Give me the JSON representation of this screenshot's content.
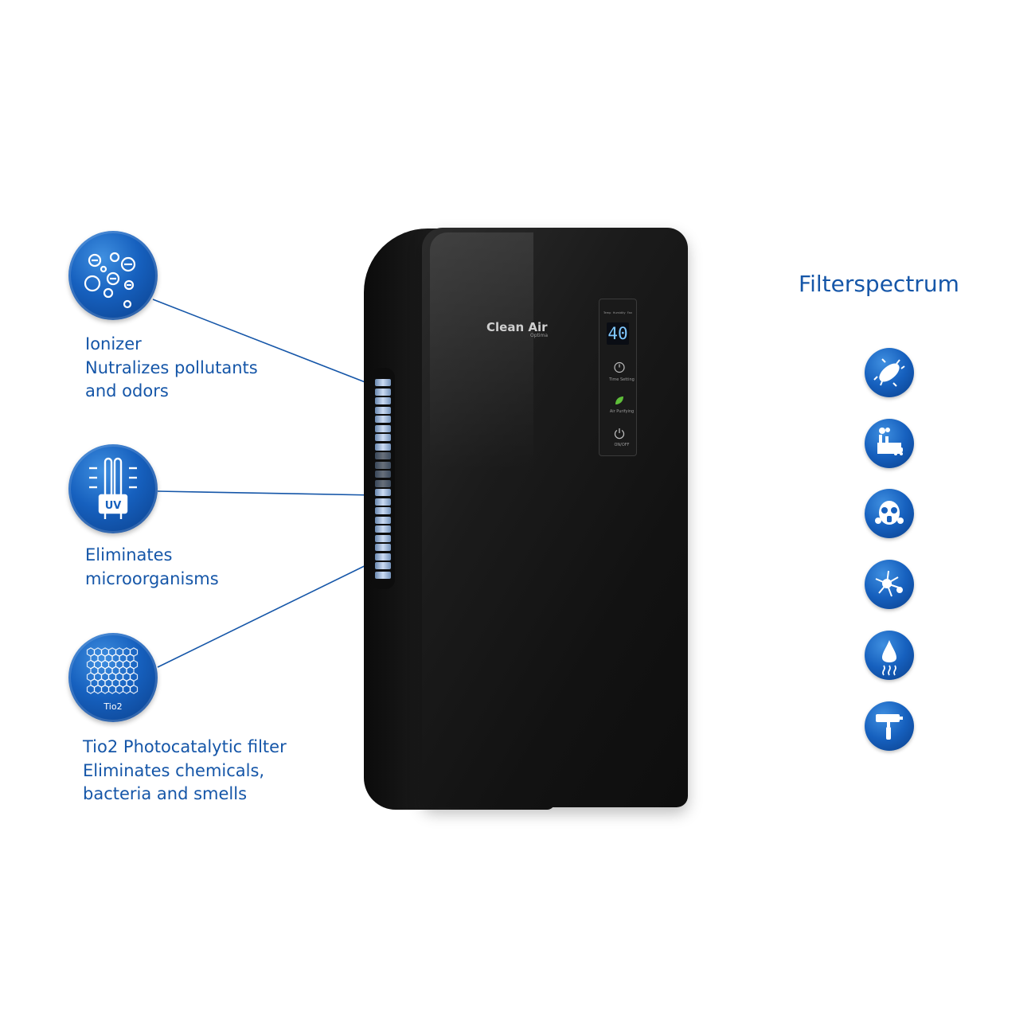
{
  "features": [
    {
      "icon": "ionizer-icon",
      "lines": [
        "Ionizer",
        "Nutralizes pollutants",
        "and odors"
      ]
    },
    {
      "icon": "uv-lamp-icon",
      "icon_label": "UV",
      "lines": [
        "Eliminates",
        "microorganisms"
      ]
    },
    {
      "icon": "tio2-filter-icon",
      "icon_label": "Tio2",
      "lines": [
        "Tio2 Photocatalytic filter",
        "Eliminates chemicals,",
        "bacteria and smells"
      ]
    }
  ],
  "filterspectrum": {
    "title": "Filterspectrum",
    "icons": [
      "bacteria-icon",
      "factory-pollution-icon",
      "gas-mask-icon",
      "allergen-icon",
      "odor-nose-icon",
      "paint-roller-icon"
    ]
  },
  "device": {
    "brand": "Clean Air",
    "brand_sub": "Optima",
    "panel_labels": [
      "Temp",
      "Humidity",
      "Fan"
    ],
    "display_value": "40",
    "buttons": [
      "Time Setting",
      "Air Purifying",
      "ON/OFF"
    ]
  },
  "colors": {
    "accent": "#1556a8",
    "circle": "#1660be",
    "device": "#161616",
    "display": "#7fc8ff"
  }
}
